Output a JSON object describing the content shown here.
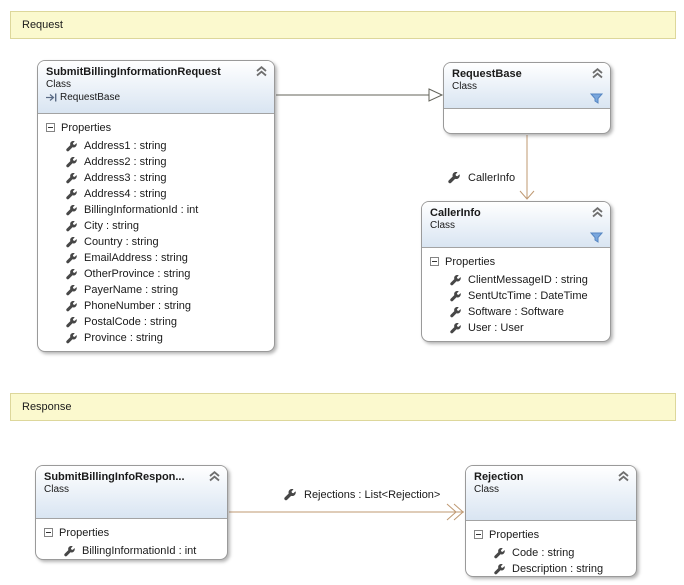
{
  "sections": {
    "request": {
      "label": "Request"
    },
    "response": {
      "label": "Response"
    }
  },
  "classes": {
    "submit_request": {
      "title": "SubmitBillingInformationRequest",
      "stereotype": "Class",
      "base_type": "RequestBase",
      "members_header": "Properties",
      "properties": [
        "Address1 : string",
        "Address2 : string",
        "Address3 : string",
        "Address4 : string",
        "BillingInformationId : int",
        "City : string",
        "Country : string",
        "EmailAddress : string",
        "OtherProvince : string",
        "PayerName : string",
        "PhoneNumber : string",
        "PostalCode : string",
        "Province : string"
      ]
    },
    "request_base": {
      "title": "RequestBase",
      "stereotype": "Class"
    },
    "caller_info": {
      "title": "CallerInfo",
      "stereotype": "Class",
      "members_header": "Properties",
      "properties": [
        "ClientMessageID : string",
        "SentUtcTime : DateTime",
        "Software : Software",
        "User : User"
      ]
    },
    "submit_response": {
      "title": "SubmitBillingInfoRespon...",
      "stereotype": "Class",
      "members_header": "Properties",
      "properties": [
        "BillingInformationId : int"
      ]
    },
    "rejection": {
      "title": "Rejection",
      "stereotype": "Class",
      "members_header": "Properties",
      "properties": [
        "Code : string",
        "Description : string"
      ]
    }
  },
  "associations": {
    "caller_info": {
      "label": "CallerInfo"
    },
    "rejections": {
      "label": "Rejections : List<Rejection>"
    }
  },
  "icons": {
    "collapse": "chevron-up-double",
    "filter": "funnel",
    "property": "wrench",
    "section_toggle": "minus-box",
    "base_type": "arrow-to-bar"
  },
  "colors": {
    "banner_fill": "#fbf9ce",
    "banner_border": "#ddd79b",
    "header_gradient_bottom": "#d9e5f2",
    "box_border": "#9a9a9a",
    "association_line": "#bf9972",
    "inheritance_line": "#63635a",
    "filter_icon": "#7aa7dd"
  }
}
